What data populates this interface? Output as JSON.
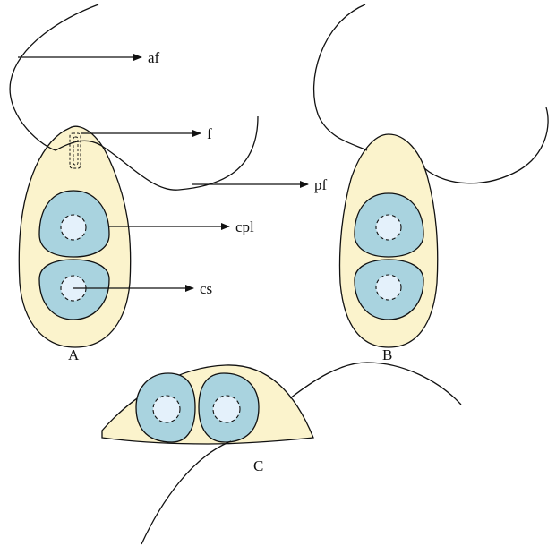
{
  "colors": {
    "shell_fill": "#fbf3cc",
    "cell_fill": "#a9d3df",
    "spot_fill": "#e4f1fb",
    "ink": "#111111"
  },
  "labels": {
    "af": "af",
    "f": "f",
    "pf": "pf",
    "cpl": "cpl",
    "cs": "cs"
  },
  "panels": {
    "a": "A",
    "b": "B",
    "c": "C"
  }
}
